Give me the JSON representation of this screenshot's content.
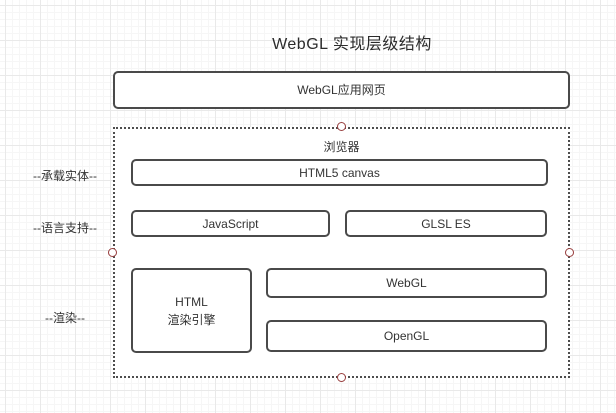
{
  "title": "WebGL 实现层级结构",
  "diagram": {
    "top_box": {
      "label": "WebGL应用网页"
    },
    "browser": {
      "label": "浏览器"
    },
    "nodes": {
      "html5_canvas": "HTML5 canvas",
      "javascript": "JavaScript",
      "glsl_es": "GLSL ES",
      "html_engine_line1": "HTML",
      "html_engine_line2": "渲染引擎",
      "webgl": "WebGL",
      "opengl": "OpenGL"
    },
    "side_labels": [
      {
        "label": "--承载实体--"
      },
      {
        "label": "--语言支持--"
      },
      {
        "label": "--渲染--"
      }
    ],
    "anchors": [
      "top",
      "bottom",
      "left",
      "right"
    ],
    "colors": {
      "node_border": "#4a4a4a",
      "dotted_border": "#4d4d4d",
      "text": "#333333",
      "anchor": "#994040",
      "grid_major": "#e9e9e9",
      "grid_minor": "#f6f6f6",
      "background": "#ffffff"
    }
  }
}
